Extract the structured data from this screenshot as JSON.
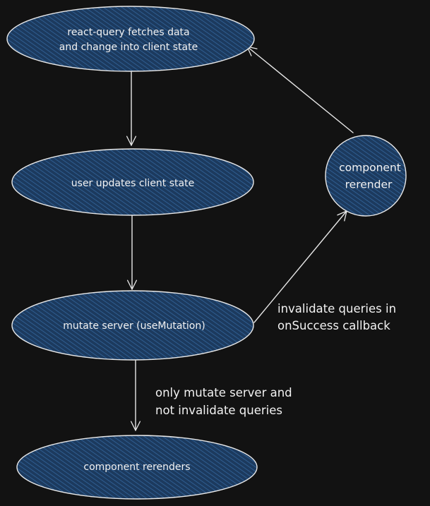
{
  "nodes": {
    "fetch": {
      "line1": "react-query fetches data",
      "line2": "and change into client state"
    },
    "update": {
      "label": "user updates client state"
    },
    "mutate": {
      "label": "mutate server (useMutation)"
    },
    "component_renders": {
      "label": "component rerenders"
    },
    "component_rerender": {
      "line1": "component",
      "line2": "rerender"
    }
  },
  "edge_labels": {
    "invalidate": {
      "line1": "invalidate queries in",
      "line2": "onSuccess callback"
    },
    "no_invalidate": {
      "line1": "only mutate server and",
      "line2": "not invalidate queries"
    }
  },
  "colors": {
    "background": "#121212",
    "node_fill": "#1c3a5e",
    "hatch": "#2b5687",
    "stroke": "#e8e8e8",
    "text": "#f2f2f2"
  }
}
